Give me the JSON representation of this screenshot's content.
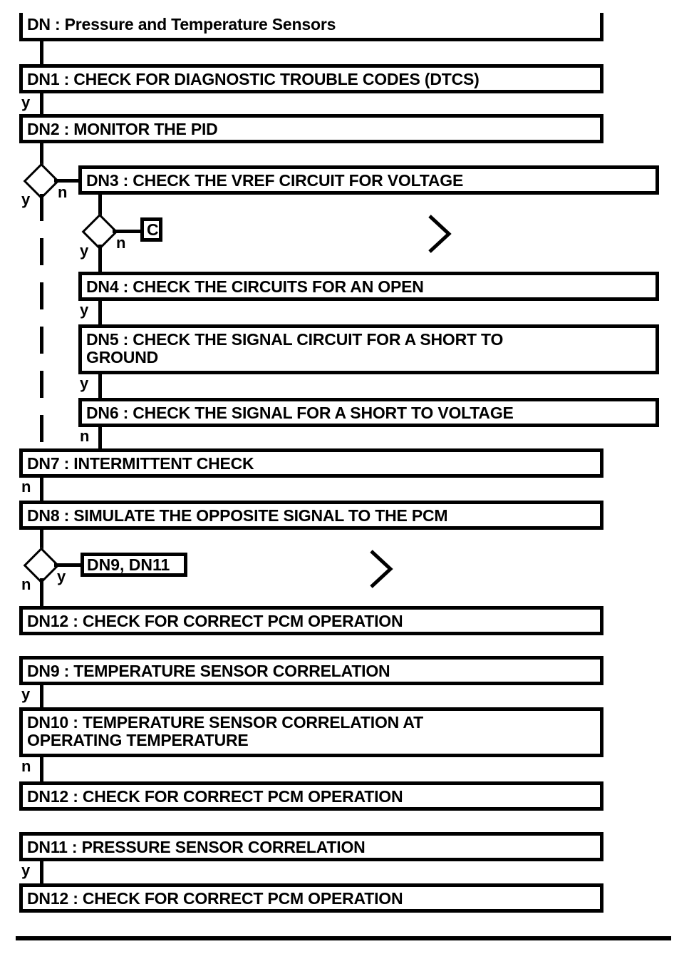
{
  "diagram": {
    "kind": "diagnostic-flowchart",
    "title": "DN : Pressure and Temperature Sensors",
    "boxes": [
      {
        "id": "title",
        "label": "DN : Pressure and Temperature Sensors"
      },
      {
        "id": "dn1",
        "label": "DN1 : CHECK FOR DIAGNOSTIC TROUBLE CODES (DTCS)"
      },
      {
        "id": "dn2",
        "label": "DN2 : MONITOR THE PID"
      },
      {
        "id": "dn3",
        "label": "DN3 : CHECK THE VREF CIRCUIT FOR VOLTAGE"
      },
      {
        "id": "dn4",
        "label": "DN4 : CHECK THE CIRCUITS FOR AN OPEN"
      },
      {
        "id": "dn5",
        "label": "DN5 : CHECK THE SIGNAL CIRCUIT FOR A SHORT TO\nGROUND"
      },
      {
        "id": "dn6",
        "label": "DN6 : CHECK THE SIGNAL FOR A SHORT TO VOLTAGE"
      },
      {
        "id": "dn7",
        "label": "DN7 : INTERMITTENT CHECK"
      },
      {
        "id": "dn8",
        "label": "DN8 : SIMULATE THE OPPOSITE SIGNAL TO THE PCM"
      },
      {
        "id": "dn12a",
        "label": "DN12 : CHECK FOR CORRECT PCM OPERATION"
      },
      {
        "id": "dn9",
        "label": "DN9 : TEMPERATURE SENSOR CORRELATION"
      },
      {
        "id": "dn10",
        "label": "DN10 : TEMPERATURE SENSOR CORRELATION AT\nOPERATING TEMPERATURE"
      },
      {
        "id": "dn12b",
        "label": "DN12 : CHECK FOR CORRECT PCM OPERATION"
      },
      {
        "id": "dn11",
        "label": "DN11 : PRESSURE SENSOR CORRELATION"
      },
      {
        "id": "dn12c",
        "label": "DN12 : CHECK FOR CORRECT PCM OPERATION"
      }
    ],
    "tags": [
      {
        "id": "tag-c",
        "label": "C"
      },
      {
        "id": "tag-dn9dn11",
        "label": "DN9, DN11"
      }
    ],
    "branch_labels": {
      "dn1_yes": "y",
      "dn2_dec_yes": "y",
      "dn2_dec_no": "n",
      "dn3_dec_yes": "y",
      "dn3_dec_no": "n",
      "dn4_yes": "y",
      "dn5_yes": "y",
      "dn6_no": "n",
      "dn7_no": "n",
      "dn8_dec_yes": "y",
      "dn8_dec_no": "n",
      "dn9_yes": "y",
      "dn10_no": "n",
      "dn11_yes": "y"
    },
    "colors": {
      "stroke": "#000000",
      "fill": "#ffffff"
    }
  }
}
